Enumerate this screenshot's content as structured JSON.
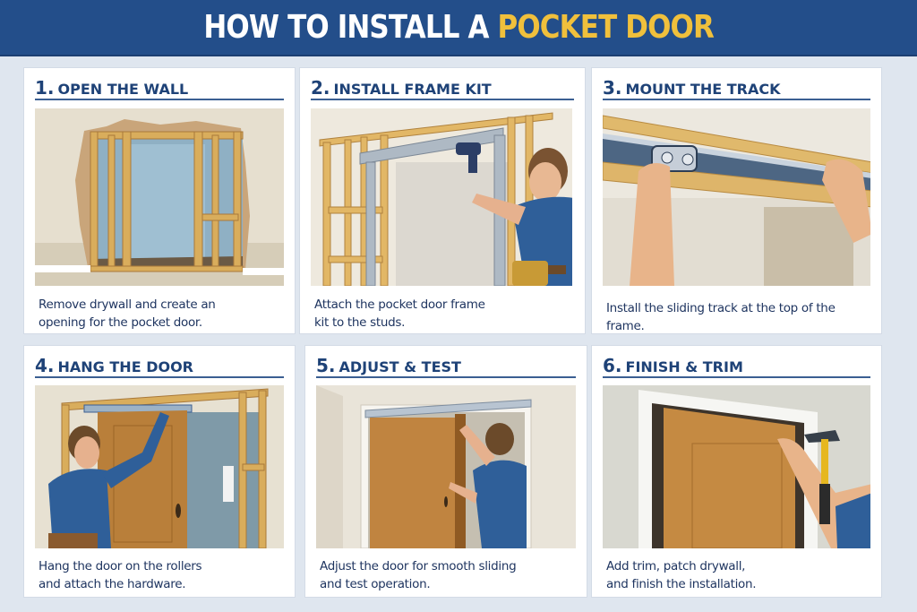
{
  "header": {
    "title_prefix": "HOW TO INSTALL A ",
    "title_highlight": "POCKET DOOR",
    "background_color": "#234e8a",
    "highlight_color": "#f0c03c"
  },
  "steps": [
    {
      "number": "1.",
      "title": "OPEN THE WALL",
      "caption": "Remove drywall and create an opening for the pocket door.",
      "caption_lines": [
        "Remove drywall and create an",
        "opening for the pocket door."
      ],
      "illustration": "wall-opening-framing"
    },
    {
      "number": "2.",
      "title": "INSTALL FRAME KIT",
      "caption": "Attach the pocket door frame kit to the studs.",
      "caption_lines": [
        "Attach the pocket door frame",
        "kit to the studs."
      ],
      "illustration": "worker-drilling-frame-kit"
    },
    {
      "number": "3.",
      "title": "MOUNT THE TRACK",
      "caption": "Install the sliding track at the top of the frame.",
      "caption_lines": [
        "Install the sliding track at the top of the frame."
      ],
      "illustration": "hands-mounting-track"
    },
    {
      "number": "4.",
      "title": "HANG THE DOOR",
      "caption": "Hang the door on the rollers and attach the hardware.",
      "caption_lines": [
        "Hang the door on the rollers",
        "and attach the hardware."
      ],
      "illustration": "worker-hanging-door"
    },
    {
      "number": "5.",
      "title": "ADJUST & TEST",
      "caption": "Adjust the door for smooth sliding and test operation.",
      "caption_lines": [
        "Adjust the door for smooth sliding",
        "and test operation."
      ],
      "illustration": "worker-adjusting-door"
    },
    {
      "number": "6.",
      "title": "FINISH & TRIM",
      "caption": "Add trim, patch drywall, and finish the installation.",
      "caption_lines": [
        "Add trim, patch drywall,",
        "and finish the installation."
      ],
      "illustration": "hammer-installing-trim"
    }
  ],
  "colors": {
    "title_text": "#1e4277",
    "caption_text": "#1f3560",
    "rule": "#3b5f92",
    "page_bg": "#dfe6ef"
  }
}
